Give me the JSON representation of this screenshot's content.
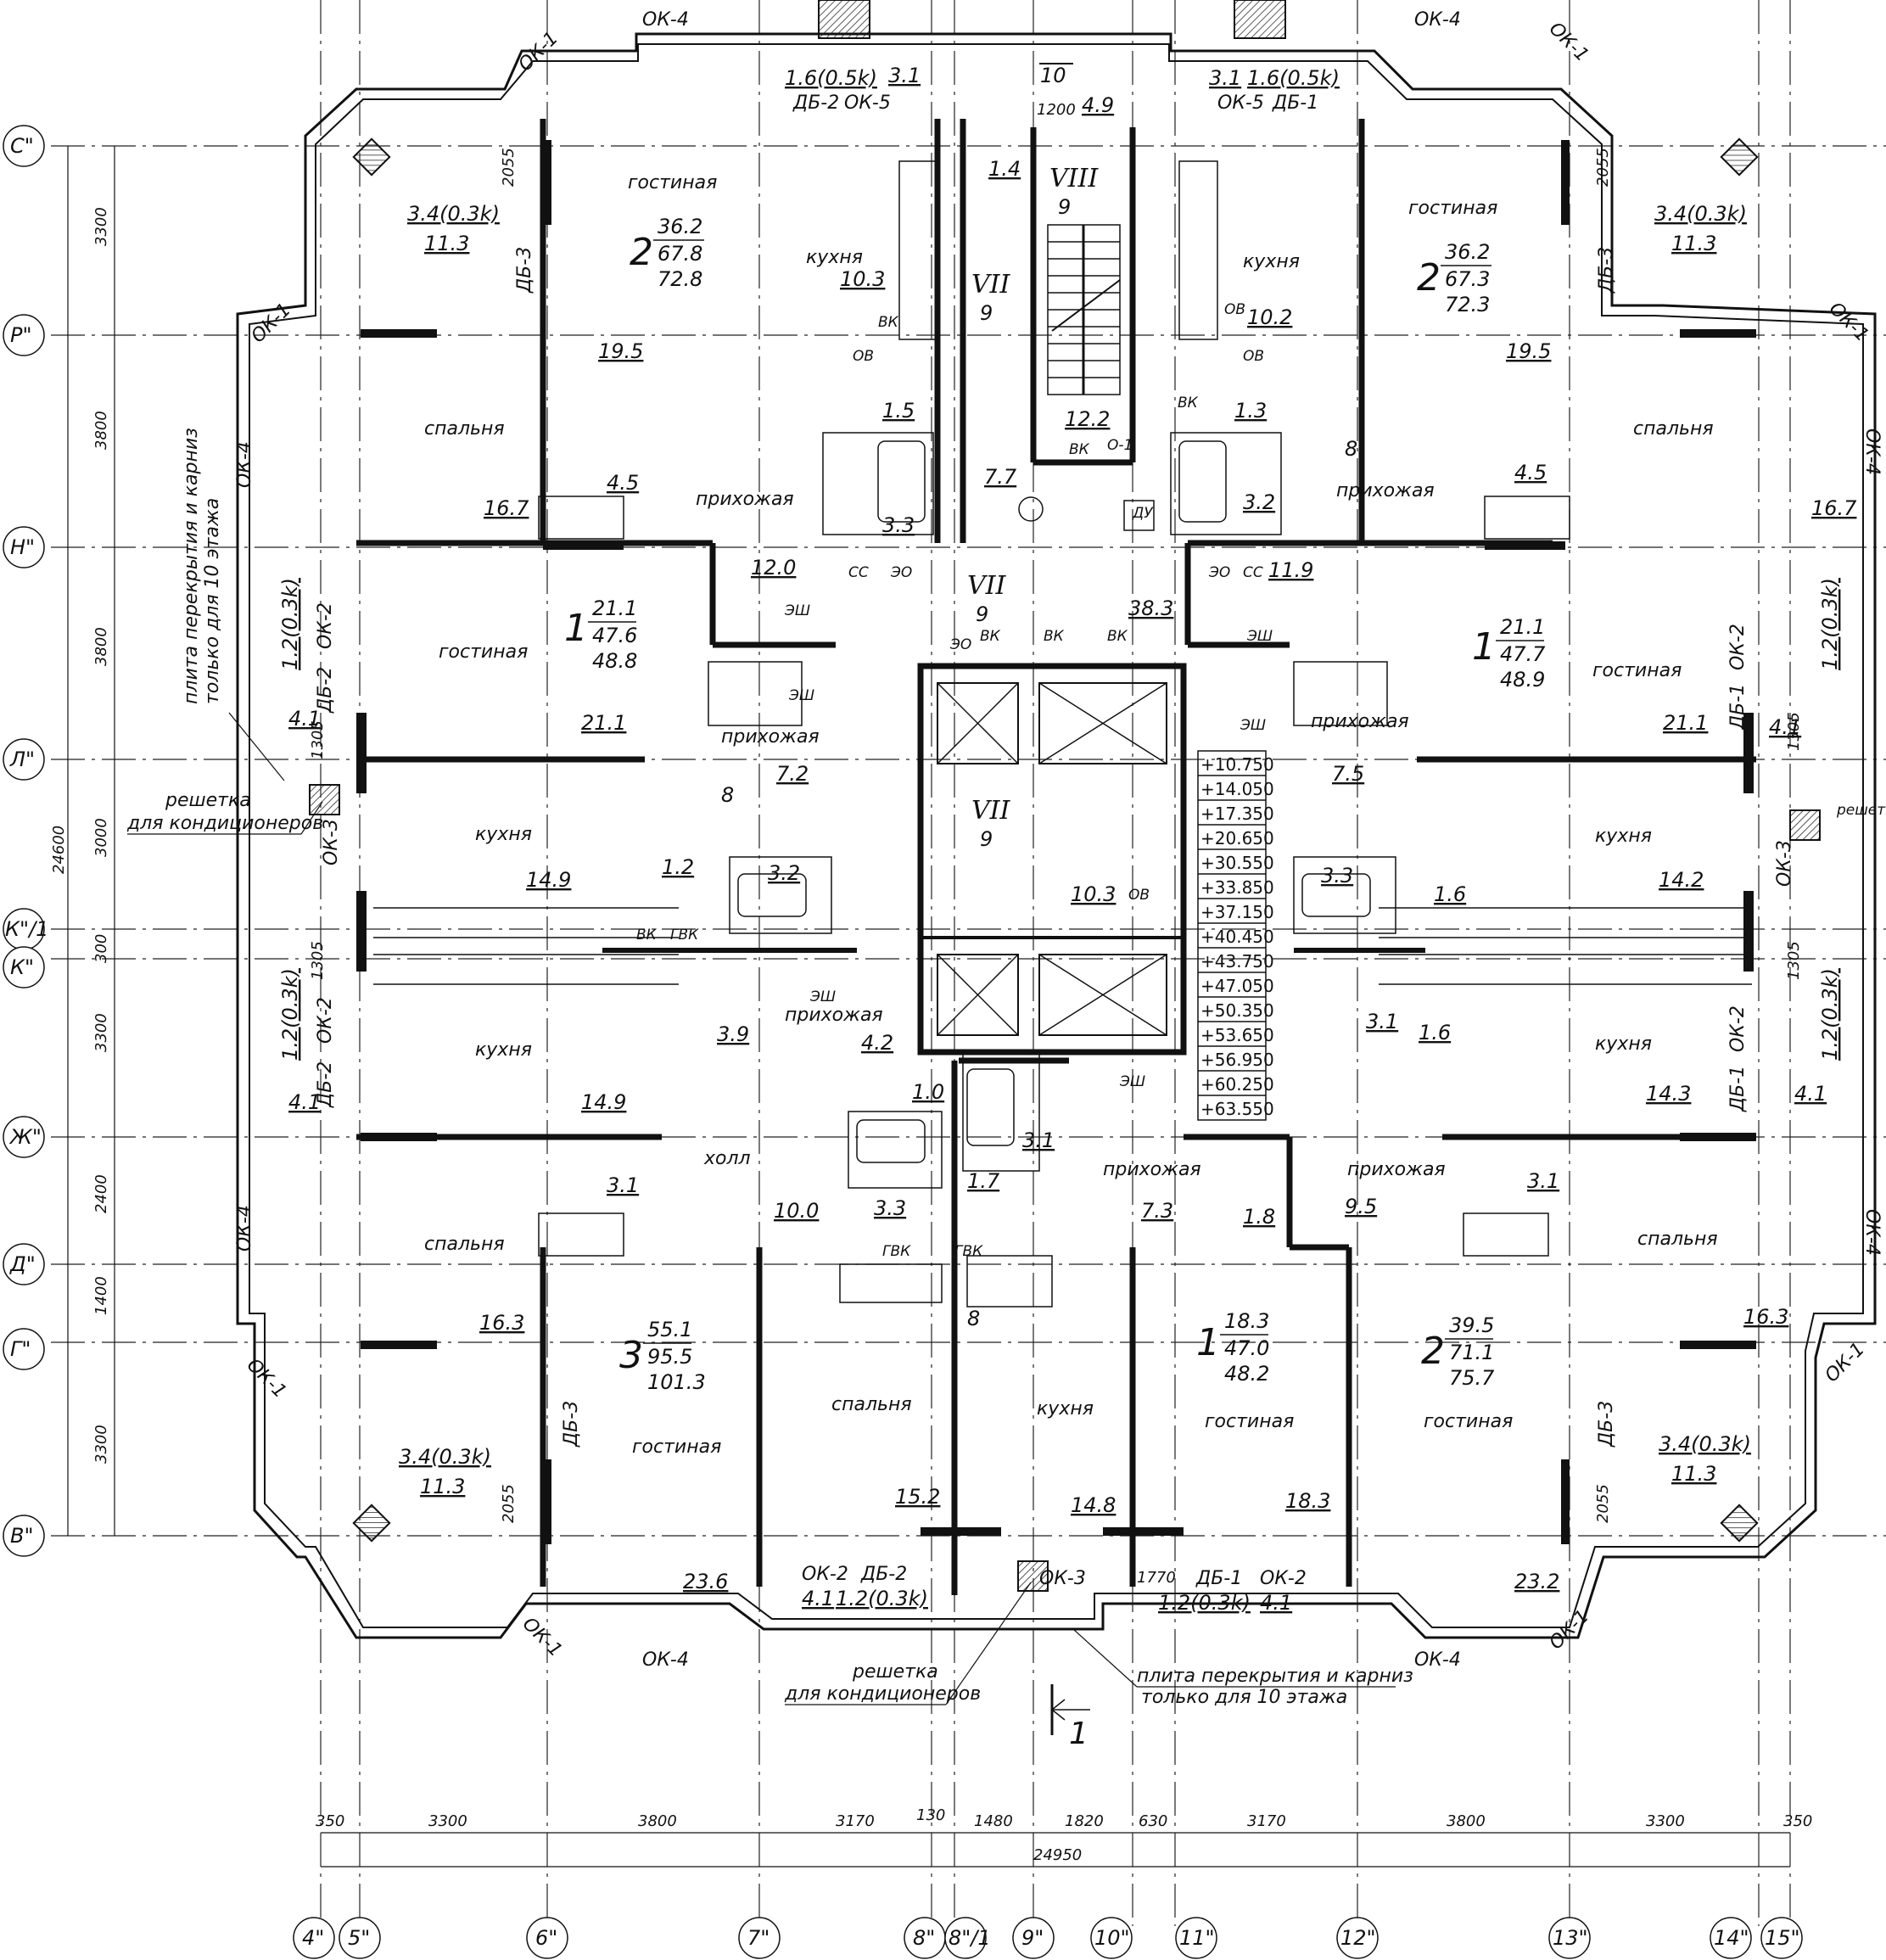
{
  "axes": {
    "rows": [
      "С\"",
      "Р\"",
      "Н\"",
      "Л\"",
      "К\"/1",
      "К\"",
      "Ж\"",
      "Д\"",
      "Г\"",
      "В\""
    ],
    "cols": [
      "4\"",
      "5\"",
      "6\"",
      "7\"",
      "8\"",
      "8\"/1",
      "9\"",
      "10\"",
      "11\"",
      "12\"",
      "13\"",
      "14\"",
      "15\""
    ]
  },
  "dims": {
    "left": [
      "3300",
      "3800",
      "3800",
      "3000",
      "300",
      "3300",
      "2400",
      "1400",
      "3300"
    ],
    "left_total": "24600",
    "bottom": [
      "350",
      "3300",
      "3800",
      "3170",
      "130",
      "1480",
      "1820",
      "630",
      "3170",
      "3800",
      "3300",
      "350"
    ],
    "bottom_total": "24950"
  },
  "levels": [
    "+10.750",
    "+14.050",
    "+17.350",
    "+20.650",
    "+30.550",
    "+33.850",
    "+37.150",
    "+40.450",
    "+43.750",
    "+47.050",
    "+50.350",
    "+53.650",
    "+56.950",
    "+60.250",
    "+63.550"
  ],
  "apartments": [
    {
      "rooms": "2",
      "living": "36.2",
      "total": "67.8",
      "with_balcony": "72.8"
    },
    {
      "rooms": "2",
      "living": "36.2",
      "total": "67.3",
      "with_balcony": "72.3"
    },
    {
      "rooms": "1",
      "living": "21.1",
      "total": "47.6",
      "with_balcony": "48.8"
    },
    {
      "rooms": "1",
      "living": "21.1",
      "total": "47.7",
      "with_balcony": "48.9"
    },
    {
      "rooms": "3",
      "living": "55.1",
      "total": "95.5",
      "with_balcony": "101.3"
    },
    {
      "rooms": "1",
      "living": "18.3",
      "total": "47.0",
      "with_balcony": "48.2"
    },
    {
      "rooms": "2",
      "living": "39.5",
      "total": "71.1",
      "with_balcony": "75.7"
    }
  ],
  "rooms": {
    "living": "гостиная",
    "kitchen": "кухня",
    "bedroom": "спальня",
    "hall": "прихожая",
    "lobby": "холл"
  },
  "areas": {
    "a01": "11.3",
    "a02": "3.4(0.3k)",
    "a03": "19.5",
    "a04": "10.3",
    "a05": "1.6(0.5k)",
    "a06": "3.1",
    "a07": "1.4",
    "a08": "4.9",
    "a09": "3.1",
    "a10": "1.6(0.5k)",
    "a11": "10.2",
    "a12": "3.4(0.3k)",
    "a13": "11.3",
    "a14": "19.5",
    "a15": "16.7",
    "a16": "4.5",
    "a17": "1.5",
    "a18": "3.3",
    "a19": "7.7",
    "a20": "12.2",
    "a21": "1.3",
    "a22": "3.2",
    "a23": "4.5",
    "a24": "16.7",
    "a25": "12.0",
    "a26": "38.3",
    "a27": "11.9",
    "a28": "21.1",
    "a29": "21.1",
    "a30": "4.1",
    "a31": "1.2(0.3k)",
    "a32": "7.2",
    "a33": "7.5",
    "a34": "1.2(0.3k)",
    "a35": "4.1",
    "a36": "14.9",
    "a37": "1.2",
    "a38": "3.2",
    "a39": "10.3",
    "a40": "3.3",
    "a41": "1.6",
    "a42": "14.2",
    "a43": "4.1",
    "a44": "1.2(0.3k)",
    "a45": "3.9",
    "a46": "4.2",
    "a47": "3.1",
    "a48": "1.6",
    "a49": "14.3",
    "a50": "1.2(0.3k)",
    "a51": "4.1",
    "a52": "14.9",
    "a53": "1.0",
    "a54": "3.1",
    "a55": "1.7",
    "a56": "3.1",
    "a57": "10.0",
    "a58": "3.3",
    "a59": "7.3",
    "a60": "1.8",
    "a61": "9.5",
    "a62": "3.1",
    "a63": "16.3",
    "a64": "16.3",
    "a65": "3.4(0.3k)",
    "a66": "11.3",
    "a67": "15.2",
    "a68": "14.8",
    "a69": "18.3",
    "a70": "3.4(0.3k)",
    "a71": "11.3",
    "a72": "23.6",
    "a73": "4.1",
    "a74": "1.2(0.3k)",
    "a75": "1.2(0.3k)",
    "a76": "4.1",
    "a77": "23.2"
  },
  "windows": {
    "ok1": "ОК-1",
    "ok2": "ОК-2",
    "ok3": "ОК-3",
    "ok4": "ОК-4",
    "ok5": "ОК-5",
    "db1": "ДБ-1",
    "db2": "ДБ-2",
    "db3": "ДБ-3"
  },
  "sections": {
    "s1": "VIII",
    "s1n": "9",
    "s2": "VII",
    "s2n": "9",
    "s3": "VII",
    "s3n": "9",
    "s4": "VII",
    "s4n": "9",
    "top": "10",
    "f8": "8"
  },
  "small_labels": {
    "vk": "ВК",
    "ov": "ОВ",
    "esh": "ЭШ",
    "eo": "ЭО",
    "ss": "СС",
    "du": "ДУ",
    "gvk": "ГВК",
    "o1": "О-1"
  },
  "notes": {
    "cond1a": "решетка",
    "cond1b": "для кондиционеров",
    "cond2a": "решетка",
    "cond2b": "для кондиционеров",
    "slab1a": "плита перекрытия и карниз",
    "slab1b": "только для 10 этажа",
    "slab2a": "плита перекрытия и карниз",
    "slab2b": "только для 10 этажа",
    "cond3": "решетка для",
    "section": "1",
    "dim1200": "1200",
    "dim2055a": "2055",
    "dim2055b": "2055",
    "dim2055c": "2055",
    "dim2055d": "2055",
    "dim1305a": "1305",
    "dim1305b": "1305",
    "dim1305c": "1305",
    "dim1305d": "1305",
    "dim1770": "1770"
  }
}
